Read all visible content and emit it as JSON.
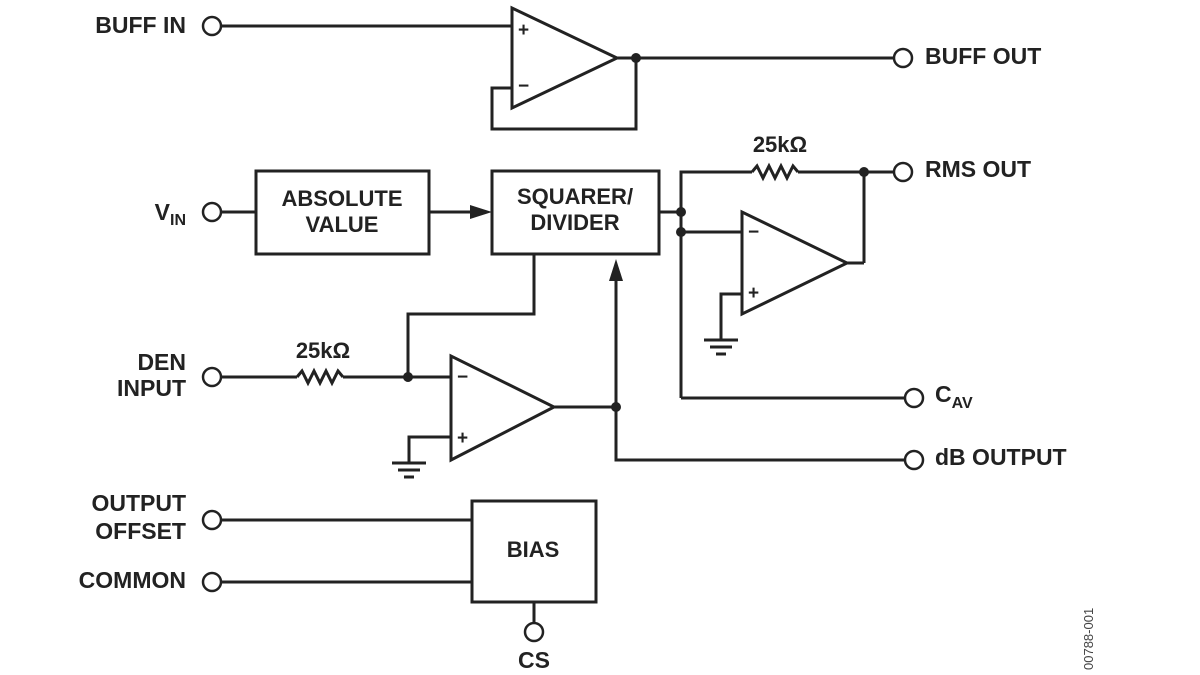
{
  "pins": {
    "buff_in": "BUFF IN",
    "buff_out": "BUFF OUT",
    "rms_out": "RMS OUT",
    "v_in_main": "V",
    "v_in_sub": "IN",
    "den_input_line1": "DEN",
    "den_input_line2": "INPUT",
    "c_av_main": "C",
    "c_av_sub": "AV",
    "db_output": "dB OUTPUT",
    "output_offset_line1": "OUTPUT",
    "output_offset_line2": "OFFSET",
    "common": "COMMON",
    "cs": "CS"
  },
  "blocks": {
    "absolute_value_line1": "ABSOLUTE",
    "absolute_value_line2": "VALUE",
    "squarer_divider_line1": "SQUARER/",
    "squarer_divider_line2": "DIVIDER",
    "bias": "BIAS"
  },
  "resistors": {
    "feedback": "25kΩ",
    "den_input": "25kΩ"
  },
  "opamp_signs": {
    "plus": "+",
    "minus": "−"
  },
  "figure_code": "00788-001"
}
